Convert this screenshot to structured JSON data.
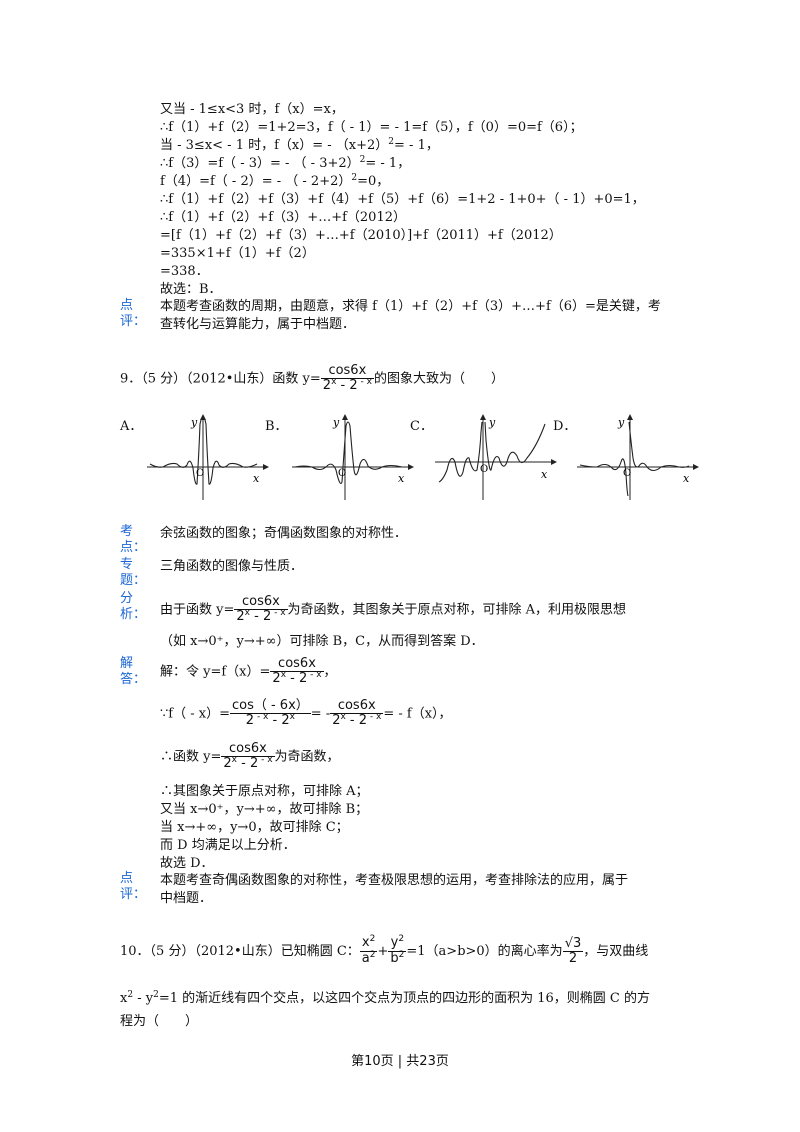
{
  "solution_top": {
    "lines": [
      "又当 - 1≤x<3 时，f（x）=x，",
      "∴f（1）+f（2）=1+2=3，f（ - 1）= - 1=f（5），f（0）=0=f（6）；",
      "当 - 3≤x< - 1 时，f（x）= - （x+2）",
      "∴f（3）=f（ - 3）= - （ - 3+2）",
      "f（4）=f（ - 2）= - （ - 2+2）",
      "∴f（1）+f（2）+f（3）+f（4）+f（5）+f（6）=1+2 - 1+0+（ - 1）+0=1，",
      "∴f（1）+f（2）+f（3）+…+f（2012）",
      "=[f（1）+f（2）+f（3）+…+f（2010）]+f（2011）+f（2012）",
      "=335×1+f（1）+f（2）",
      "=338．",
      "故选：B．"
    ],
    "sup2": "2",
    "line3_tail": "= - 1，",
    "line4_tail": "=0，"
  },
  "comment1": {
    "tag1": "点",
    "tag2": "评：",
    "text1": "本题考查函数的周期，由题意，求得 f（1）+f（2）+f（3）+…+f（6）=是关键，考",
    "text2": "查转化与运算能力，属于中档题．"
  },
  "q9": {
    "prefix": "9．（5 分）（2012•山东）函数 y=",
    "num": "cos6x",
    "den_a": "2",
    "den_b": " - 2",
    "den_sup_a": "x",
    "den_sup_b": " - x",
    "suffix": "的图象大致为（　　）",
    "options": [
      "A．",
      "B．",
      "C．",
      "D．"
    ],
    "axis_x": "x",
    "axis_y": "y",
    "origin": "O"
  },
  "kaodian": {
    "tag1": "考",
    "tag2": "点：",
    "text": "余弦函数的图象；奇偶函数图象的对称性．"
  },
  "zhuanti": {
    "tag1": "专",
    "tag2": "题：",
    "text": "三角函数的图像与性质．"
  },
  "fenxi": {
    "tag1": "分",
    "tag2": "析：",
    "text1a": "由于函数 y=",
    "text1b": "为奇函数，其图象关于原点对称，可排除 A，利用极限思想",
    "text2": "（如 x→0⁺，y→+∞）可排除 B，C，从而得到答案 D．"
  },
  "jieda": {
    "tag1": "解",
    "tag2": "答：",
    "l1a": "解：令 y=f（x）=",
    "l1b": "，",
    "l2a": "∵f（ - x）=",
    "num_neg": "cos（ - 6x）",
    "den_neg_a": "2",
    "den_neg_sup_a": " - x",
    "den_neg_b": " - 2",
    "den_neg_sup_b": "x",
    "l2b": "= -",
    "l2c": "= - f（x），",
    "l3a": "∴函数 y=",
    "l3b": "为奇函数，",
    "rest": [
      "∴其图象关于原点对称，可排除 A；",
      "又当 x→0⁺，y→+∞，故可排除 B；",
      "当 x→+∞，y→0，故可排除 C；",
      "而 D 均满足以上分析．",
      "故选 D．"
    ]
  },
  "comment2": {
    "tag1": "点",
    "tag2": "评：",
    "text1": "本题考查奇偶函数图象的对称性，考查极限思想的运用，考查排除法的应用，属于",
    "text2": "中档题．"
  },
  "q10": {
    "prefix": "10．（5 分）（2012•山东）已知椭圆 C：",
    "f1_num": "x",
    "f1_den": "a",
    "plus": "+",
    "f2_num": "y",
    "f2_den": "b",
    "sup2": "2",
    "mid": "=1（a>b>0）的离心率为",
    "e_num": "√3",
    "e_den": "2",
    "tail": "，与双曲线",
    "line2a": "x",
    "line2b": " - y",
    "line2c": "=1 的渐近线有四个交点，以这四个交点为顶点的四边形的面积为 16，则椭圆 C 的方",
    "line3": "程为（　　）"
  },
  "footer": "第10页 | 共23页"
}
